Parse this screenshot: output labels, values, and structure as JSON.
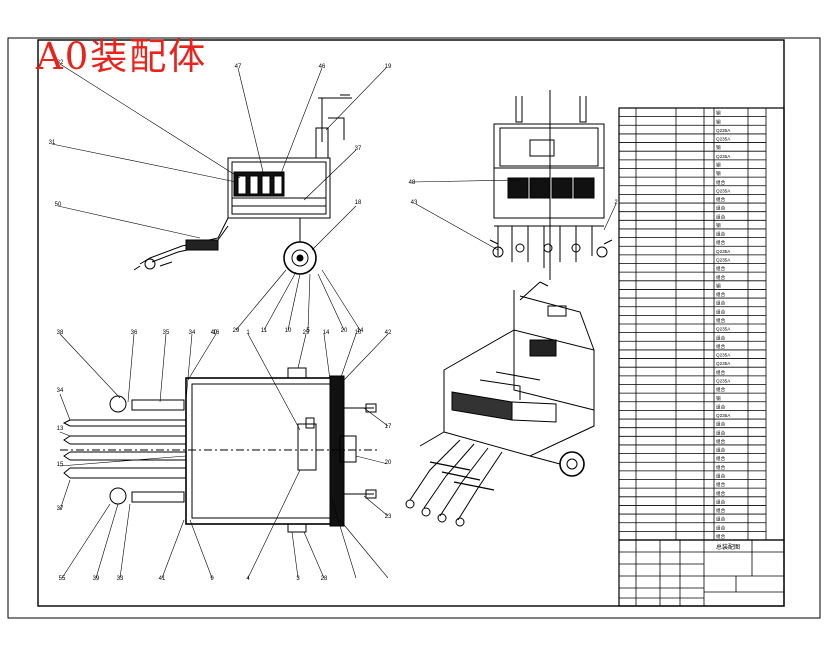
{
  "drawing": {
    "title_stamp": "A0装配体",
    "side_view_callouts": [
      "47",
      "46",
      "19",
      "37",
      "18",
      "29",
      "11",
      "10",
      "5",
      "20",
      "14",
      "32",
      "31",
      "50"
    ],
    "plan_view_callouts": [
      "38",
      "36",
      "35",
      "34",
      "16",
      "1",
      "29",
      "14",
      "10",
      "42",
      "40",
      "34",
      "13",
      "15",
      "17",
      "20",
      "23",
      "37",
      "55",
      "39",
      "33",
      "41",
      "9",
      "4",
      "3",
      "28"
    ],
    "front_view_callouts": [
      "48",
      "43",
      "2"
    ],
    "title_block": {
      "drawing_name": "总装配图",
      "rows_col3": [
        "钢",
        "钢",
        "Q235A",
        "Q235A",
        "钢",
        "Q235A",
        "钢",
        "钢",
        "组合",
        "Q235A",
        "组合",
        "组合",
        "组合",
        "钢",
        "组合",
        "组合",
        "Q235A",
        "Q235A",
        "组合",
        "组合",
        "钢",
        "组合",
        "组合",
        "组合",
        "组合",
        "Q235A",
        "组合",
        "组合",
        "Q235A",
        "Q235A",
        "组合",
        "Q235A",
        "组合",
        "钢",
        "组合",
        "Q235A",
        "组合",
        "组合",
        "组合",
        "组合",
        "组合",
        "组合",
        "组合",
        "组合",
        "组合",
        "组合",
        "组合",
        "组合",
        "组合",
        "组合"
      ]
    }
  }
}
